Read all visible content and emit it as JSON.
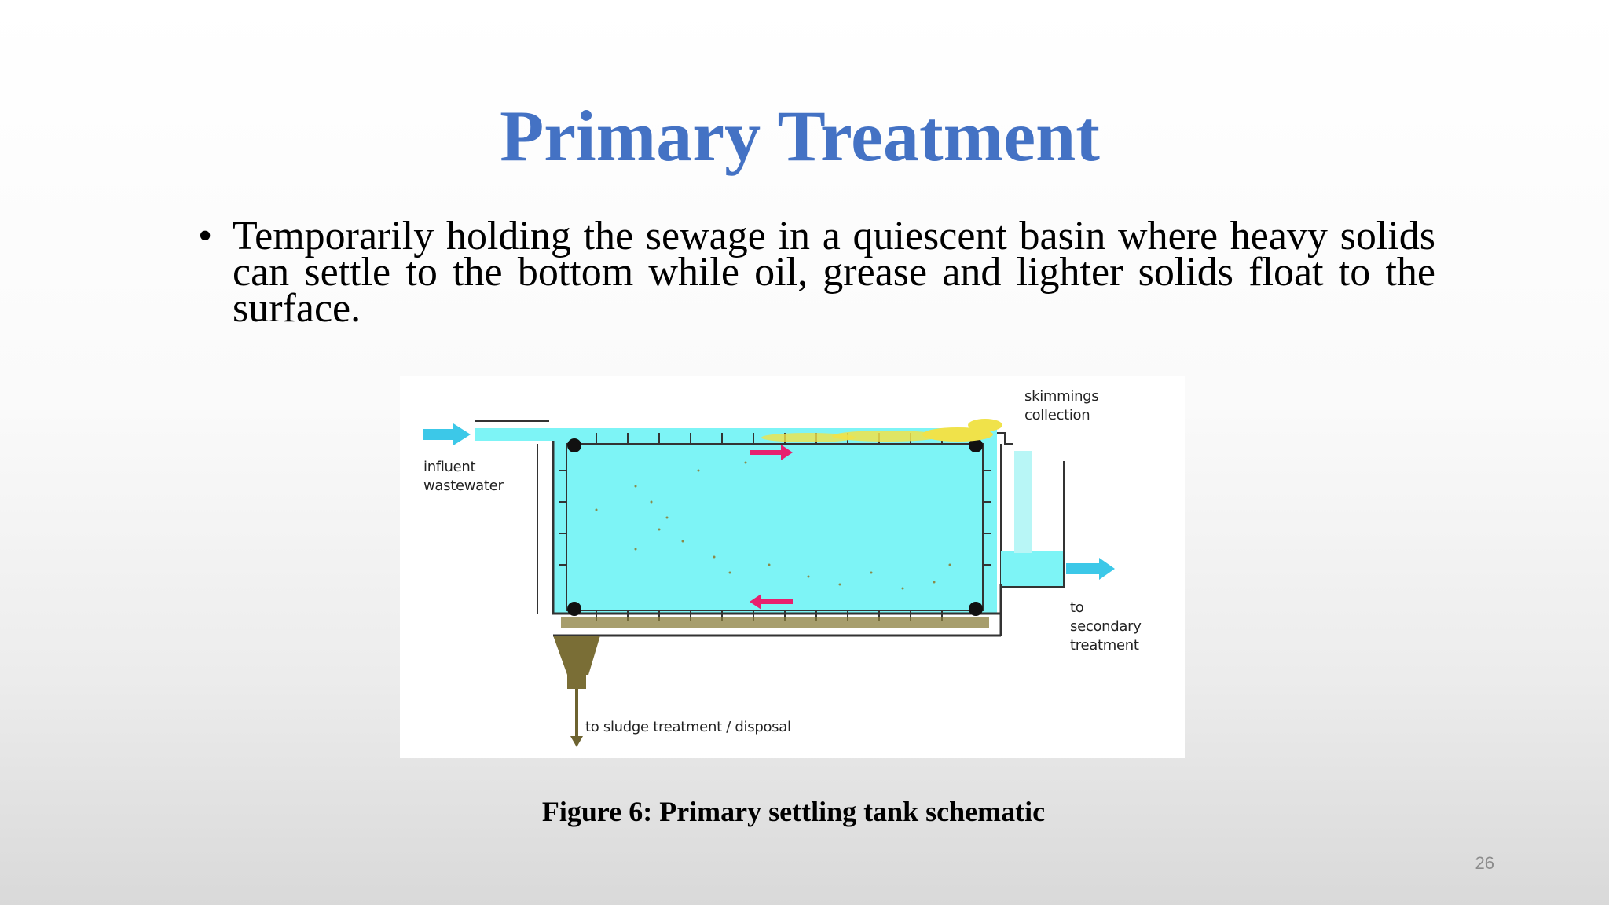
{
  "slide": {
    "title": "Primary Treatment",
    "bullet_marker": "•",
    "bullet_text": "Temporarily holding the sewage in a quiescent basin where heavy solids can settle to the bottom while oil, grease and lighter solids float to the surface.",
    "figure": {
      "labels": {
        "influent_line1": "influent",
        "influent_line2": "wastewater",
        "skimmings_line1": "skimmings",
        "skimmings_line2": "collection",
        "effluent_line1": "to",
        "effluent_line2": "secondary",
        "effluent_line3": "treatment",
        "sludge": "to sludge treatment / disposal"
      },
      "colors": {
        "water": "#7df4f6",
        "flow_arrow": "#e8206e",
        "pipe_arrow": "#3cc8e8",
        "sludge": "#7a6e36",
        "skimmings": "#f0e24a"
      }
    },
    "caption": "Figure 6: Primary settling tank schematic",
    "page_number": "26"
  }
}
